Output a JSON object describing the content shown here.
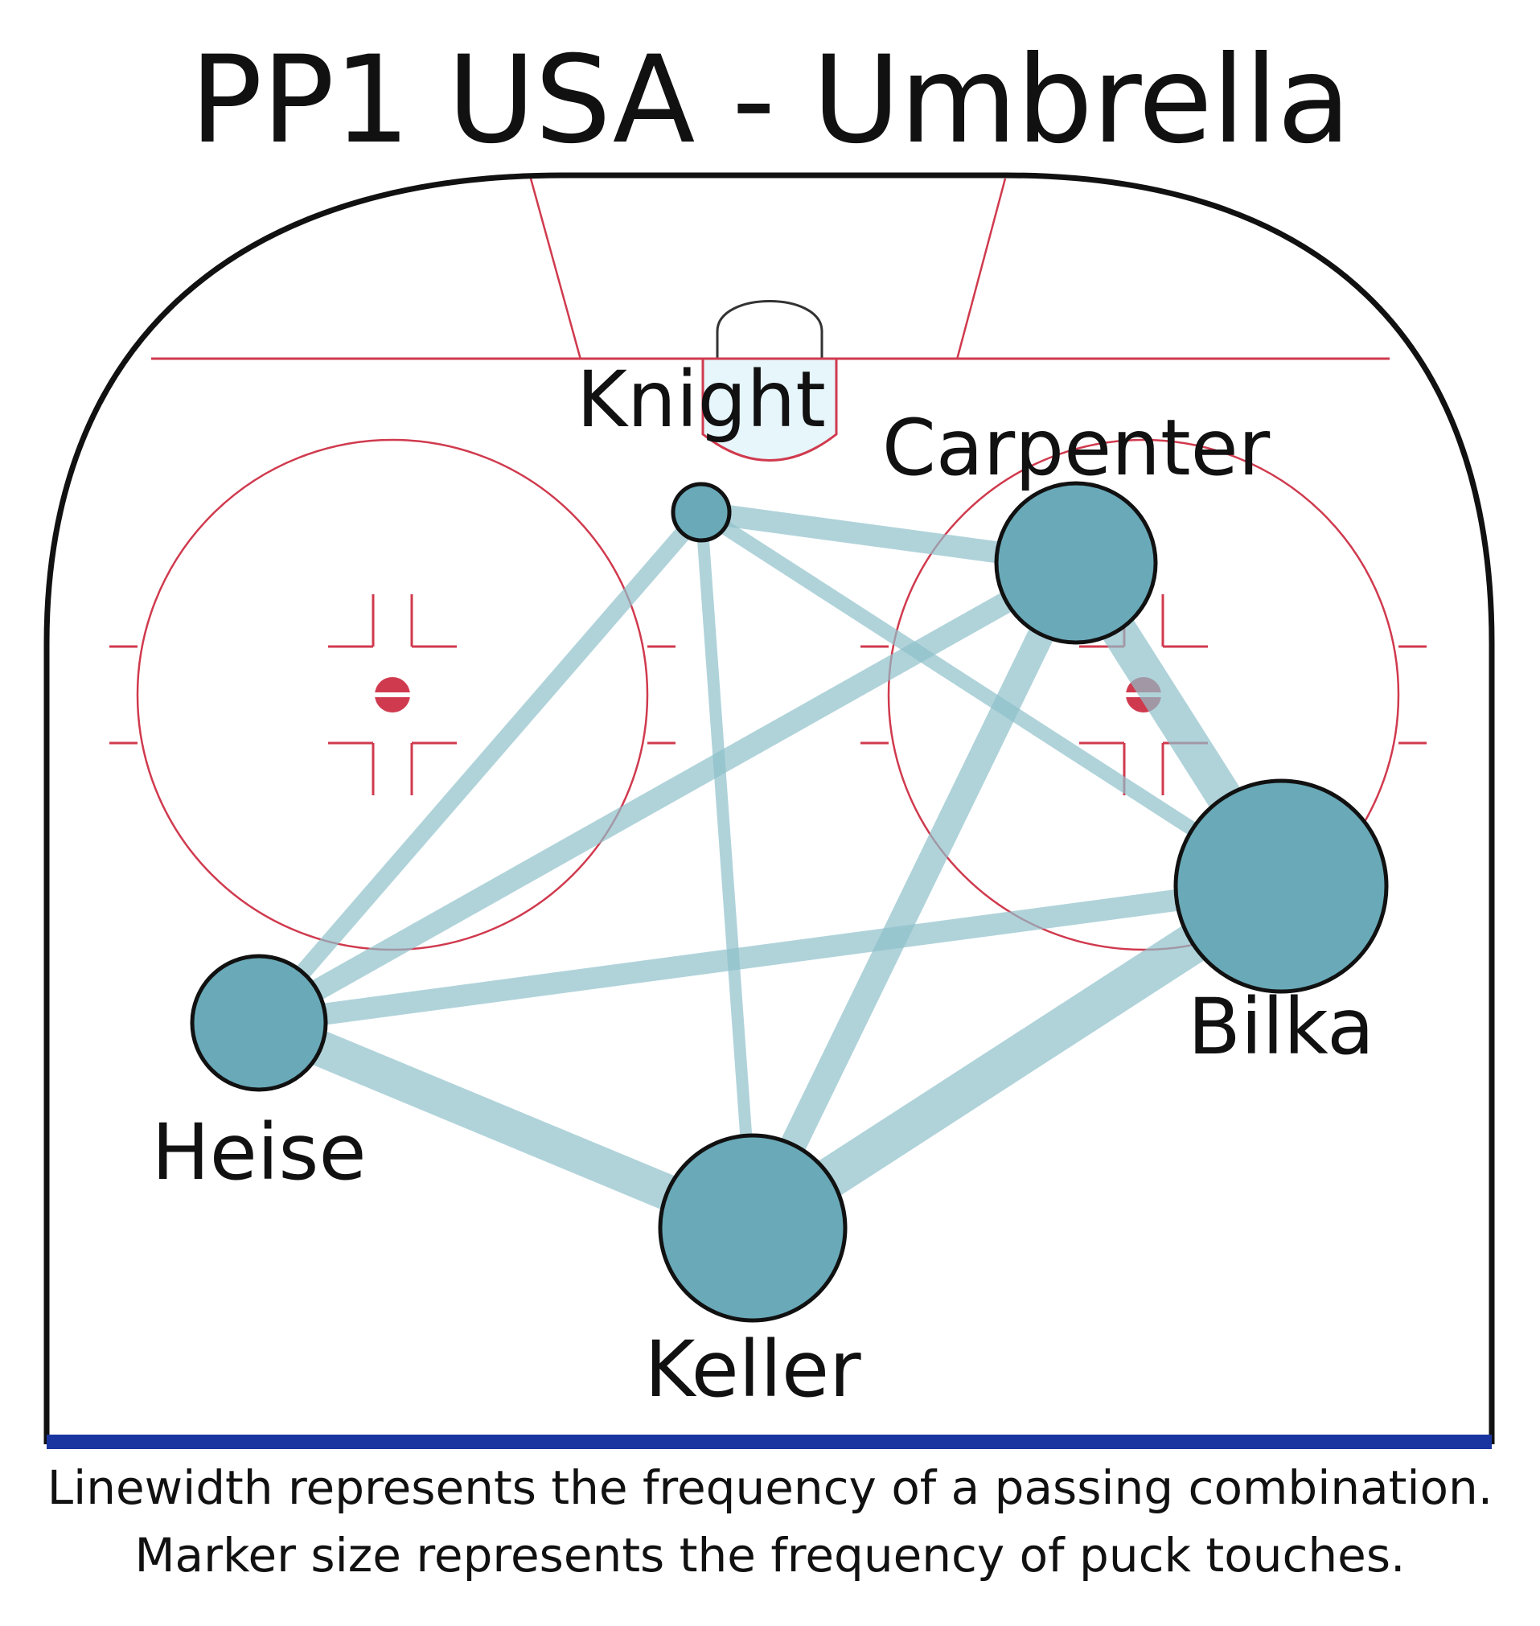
{
  "title": "PP1 USA - Umbrella",
  "caption": {
    "line1": "Linewidth represents the frequency of a passing combination.",
    "line2": "Marker size represents the frequency of puck touches."
  },
  "colors": {
    "node_fill": "#69a9b8",
    "edge": "#8fc1cb",
    "rink_red": "#d03a4e",
    "crease_fill": "#e6f6fb",
    "blue_line": "#1b35a0",
    "board": "#111111"
  },
  "players": [
    {
      "name": "Knight",
      "touches": 1
    },
    {
      "name": "Carpenter",
      "touches": 5
    },
    {
      "name": "Bilka",
      "touches": 7
    },
    {
      "name": "Heise",
      "touches": 4
    },
    {
      "name": "Keller",
      "touches": 6
    }
  ],
  "passes": [
    {
      "from": "Knight",
      "to": "Carpenter",
      "frequency": 5
    },
    {
      "from": "Knight",
      "to": "Heise",
      "frequency": 3
    },
    {
      "from": "Knight",
      "to": "Bilka",
      "frequency": 2
    },
    {
      "from": "Knight",
      "to": "Keller",
      "frequency": 1
    },
    {
      "from": "Carpenter",
      "to": "Heise",
      "frequency": 5
    },
    {
      "from": "Carpenter",
      "to": "Bilka",
      "frequency": 11
    },
    {
      "from": "Carpenter",
      "to": "Keller",
      "frequency": 7
    },
    {
      "from": "Heise",
      "to": "Bilka",
      "frequency": 5
    },
    {
      "from": "Heise",
      "to": "Keller",
      "frequency": 11
    },
    {
      "from": "Bilka",
      "to": "Keller",
      "frequency": 13
    }
  ]
}
